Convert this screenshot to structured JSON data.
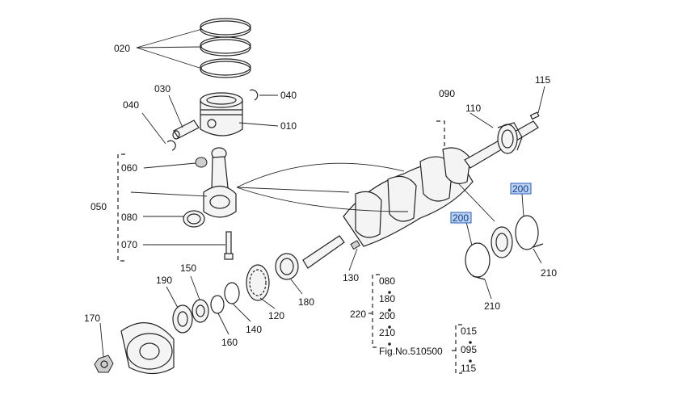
{
  "callouts": {
    "c020": "020",
    "c030": "030",
    "c040a": "040",
    "c040b": "040",
    "c010": "010",
    "c060": "060",
    "c050": "050",
    "c080": "080",
    "c070": "070",
    "c150": "150",
    "c190": "190",
    "c170": "170",
    "c160": "160",
    "c140": "140",
    "c120": "120",
    "c180": "180",
    "c130": "130",
    "c090": "090",
    "c110": "110",
    "c115": "115",
    "c200a": "200",
    "c200b": "200",
    "c210a": "210",
    "c210b": "210",
    "c220": "220"
  },
  "group220": [
    "080",
    "180",
    "200",
    "210"
  ],
  "group_right": [
    "015",
    "095",
    "115"
  ],
  "fig_label": "Fig.No.510500",
  "colors": {
    "line": "#222222",
    "highlight": "#bcd2f0",
    "highlight_border": "#2b5fb8"
  }
}
